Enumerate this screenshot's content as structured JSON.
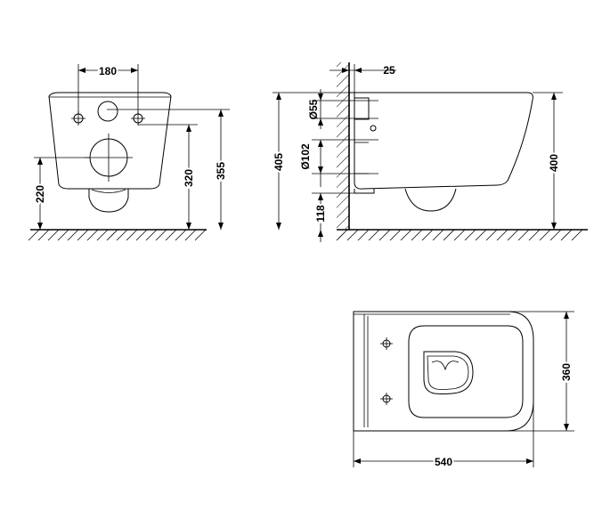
{
  "front_view": {
    "dim_hole_spacing": "180",
    "dim_outlet_height": "220",
    "dim_inlet_height": "320",
    "dim_top_height": "355"
  },
  "side_view": {
    "dim_wall_offset": "25",
    "dim_bolt_diameter": "Ø55",
    "dim_outlet_diameter": "Ø102",
    "dim_total_height": "405",
    "dim_bottom_gap": "118",
    "dim_bowl_height": "400"
  },
  "top_view": {
    "dim_length": "540",
    "dim_width": "360"
  }
}
